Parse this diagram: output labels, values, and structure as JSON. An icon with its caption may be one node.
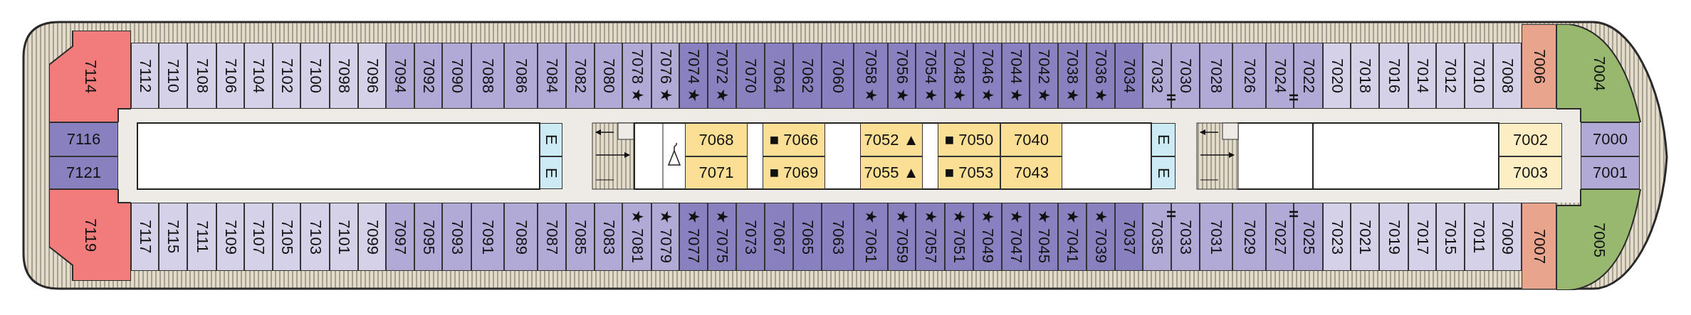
{
  "diagram": {
    "nodes": [
      {
        "text": [
          "7114"
        ]
      },
      {
        "text": [
          "7112"
        ]
      },
      {
        "text": [
          "7110"
        ]
      },
      {
        "text": [
          "7108"
        ]
      },
      {
        "text": [
          "7106"
        ]
      },
      {
        "text": [
          "7104"
        ]
      },
      {
        "text": [
          "7102"
        ]
      },
      {
        "text": [
          "7100"
        ]
      },
      {
        "text": [
          "7098"
        ]
      },
      {
        "text": [
          "7096"
        ]
      },
      {
        "text": [
          "7094"
        ]
      },
      {
        "text": [
          "7092"
        ]
      },
      {
        "text": [
          "7090"
        ]
      },
      {
        "text": [
          "7088"
        ]
      },
      {
        "text": [
          "7086"
        ]
      },
      {
        "text": [
          "7084"
        ]
      },
      {
        "text": [
          "7082"
        ]
      },
      {
        "text": [
          "7080"
        ]
      },
      {
        "text": [
          "7078 ★"
        ]
      },
      {
        "text": [
          "7076 ★"
        ]
      },
      {
        "text": [
          "7074 ★"
        ]
      },
      {
        "text": [
          "7072 ★"
        ]
      },
      {
        "text": [
          "7070"
        ]
      },
      {
        "text": [
          "7064"
        ]
      },
      {
        "text": [
          "7062"
        ]
      },
      {
        "text": [
          "7060"
        ]
      },
      {
        "text": [
          "7058 ★"
        ]
      },
      {
        "text": [
          "7056 ★"
        ]
      },
      {
        "text": [
          "7054 ★"
        ]
      },
      {
        "text": [
          "7048 ★"
        ]
      },
      {
        "text": [
          "7046 ★"
        ]
      },
      {
        "text": [
          "7044 ★"
        ]
      },
      {
        "text": [
          "7042 ★"
        ]
      },
      {
        "text": [
          "7038 ★"
        ]
      },
      {
        "text": [
          "7036 ★"
        ]
      },
      {
        "text": [
          "7034"
        ]
      },
      {
        "text": [
          "7032"
        ]
      },
      {
        "text": [
          "7030"
        ]
      },
      {
        "text": [
          "7028"
        ]
      },
      {
        "text": [
          "7026"
        ]
      },
      {
        "text": [
          "7024"
        ]
      },
      {
        "text": [
          "7022"
        ]
      },
      {
        "text": [
          "7020"
        ]
      },
      {
        "text": [
          "7018"
        ]
      },
      {
        "text": [
          "7016"
        ]
      },
      {
        "text": [
          "7014"
        ]
      },
      {
        "text": [
          "7012"
        ]
      },
      {
        "text": [
          "7010"
        ]
      },
      {
        "text": [
          "7008"
        ]
      },
      {
        "text": [
          "7006"
        ]
      },
      {
        "text": [
          "7004"
        ]
      },
      {
        "text": [
          "7116"
        ]
      },
      {
        "text": [
          "E"
        ]
      },
      {
        "text": [
          "7068"
        ]
      },
      {
        "text": [
          "■ 7066"
        ]
      },
      {
        "text": [
          "7052 ▲"
        ]
      },
      {
        "text": [
          "■ 7050"
        ]
      },
      {
        "text": [
          "7040"
        ]
      },
      {
        "text": [
          "E"
        ]
      },
      {
        "text": [
          "7002"
        ]
      },
      {
        "text": [
          "7000"
        ]
      },
      {
        "text": [
          "7121"
        ]
      },
      {
        "text": [
          "E"
        ]
      },
      {
        "text": [
          "7071"
        ]
      },
      {
        "text": [
          "■ 7069"
        ]
      },
      {
        "text": [
          "7055 ▲"
        ]
      },
      {
        "text": [
          "■ 7053"
        ]
      },
      {
        "text": [
          "7043"
        ]
      },
      {
        "text": [
          "E"
        ]
      },
      {
        "text": [
          "7003"
        ]
      },
      {
        "text": [
          "7001"
        ]
      },
      {
        "text": [
          "7119"
        ]
      },
      {
        "text": [
          "7117"
        ]
      },
      {
        "text": [
          "7115"
        ]
      },
      {
        "text": [
          "7111"
        ]
      },
      {
        "text": [
          "7109"
        ]
      },
      {
        "text": [
          "7107"
        ]
      },
      {
        "text": [
          "7105"
        ]
      },
      {
        "text": [
          "7103"
        ]
      },
      {
        "text": [
          "7101"
        ]
      },
      {
        "text": [
          "7099"
        ]
      },
      {
        "text": [
          "7097"
        ]
      },
      {
        "text": [
          "7095"
        ]
      },
      {
        "text": [
          "7093"
        ]
      },
      {
        "text": [
          "7091"
        ]
      },
      {
        "text": [
          "7089"
        ]
      },
      {
        "text": [
          "7087"
        ]
      },
      {
        "text": [
          "7085"
        ]
      },
      {
        "text": [
          "7083"
        ]
      },
      {
        "text": [
          "★ 7081"
        ]
      },
      {
        "text": [
          "★ 7079"
        ]
      },
      {
        "text": [
          "★ 7077"
        ]
      },
      {
        "text": [
          "★ 7075"
        ]
      },
      {
        "text": [
          "7073"
        ]
      },
      {
        "text": [
          "7067"
        ]
      },
      {
        "text": [
          "7065"
        ]
      },
      {
        "text": [
          "7063"
        ]
      },
      {
        "text": [
          "★ 7061"
        ]
      },
      {
        "text": [
          "★ 7059"
        ]
      },
      {
        "text": [
          "★ 7057"
        ]
      },
      {
        "text": [
          "★ 7051"
        ]
      },
      {
        "text": [
          "★ 7049"
        ]
      },
      {
        "text": [
          "★ 7047"
        ]
      },
      {
        "text": [
          "★ 7045"
        ]
      },
      {
        "text": [
          "★ 7041"
        ]
      },
      {
        "text": [
          "★ 7039"
        ]
      },
      {
        "text": [
          "7037"
        ]
      },
      {
        "text": [
          "7035"
        ]
      },
      {
        "text": [
          "7033"
        ]
      },
      {
        "text": [
          "7031"
        ]
      },
      {
        "text": [
          "7029"
        ]
      },
      {
        "text": [
          "7027"
        ]
      },
      {
        "text": [
          "7025"
        ]
      },
      {
        "text": [
          "7023"
        ]
      },
      {
        "text": [
          "7021"
        ]
      },
      {
        "text": [
          "7019"
        ]
      },
      {
        "text": [
          "7017"
        ]
      },
      {
        "text": [
          "7015"
        ]
      },
      {
        "text": [
          "7011"
        ]
      },
      {
        "text": [
          "7009"
        ]
      },
      {
        "text": [
          "7007"
        ]
      },
      {
        "text": [
          "7005"
        ]
      }
    ]
  }
}
